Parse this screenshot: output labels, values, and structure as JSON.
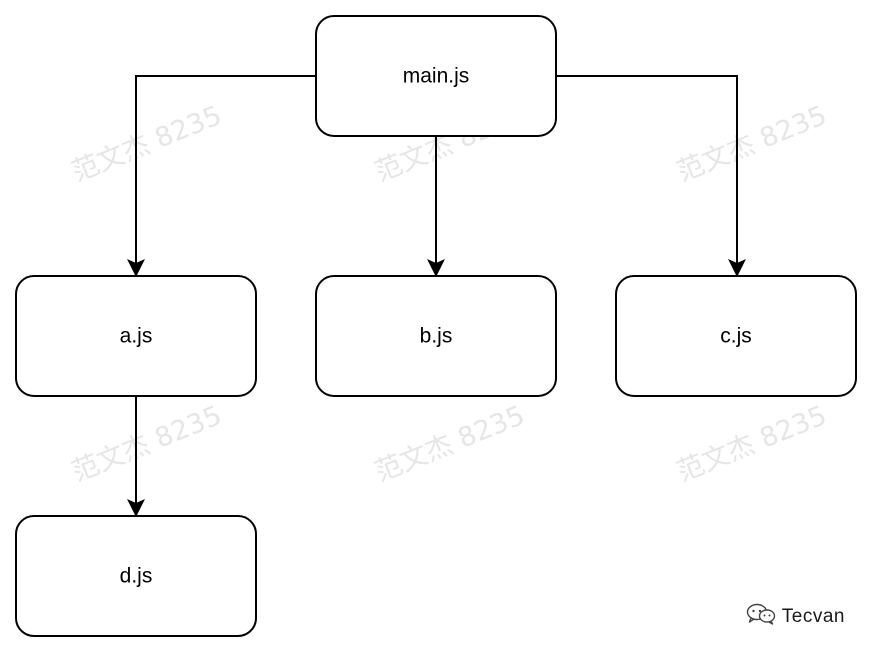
{
  "diagram": {
    "nodes": {
      "main": "main.js",
      "a": "a.js",
      "b": "b.js",
      "c": "c.js",
      "d": "d.js"
    },
    "edges": [
      {
        "from": "main.js",
        "to": "a.js"
      },
      {
        "from": "main.js",
        "to": "b.js"
      },
      {
        "from": "main.js",
        "to": "c.js"
      },
      {
        "from": "a.js",
        "to": "d.js"
      }
    ]
  },
  "watermark": {
    "text": "范文杰 8235"
  },
  "brand": {
    "icon": "wechat-icon",
    "name": "Tecvan"
  }
}
